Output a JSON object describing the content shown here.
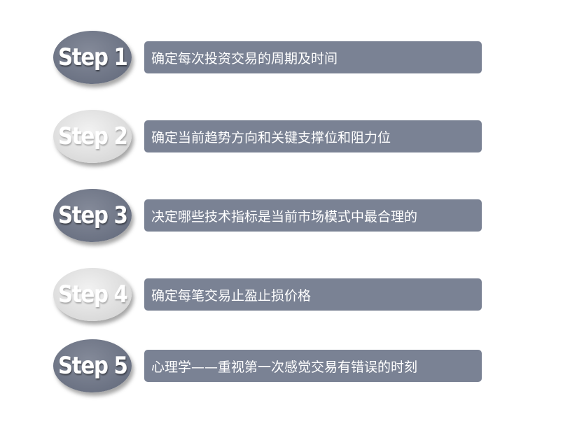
{
  "steps": [
    {
      "label": "Step 1",
      "text": "确定每次投资交易的周期及时间",
      "style": "dark"
    },
    {
      "label": "Step 2",
      "text": "确定当前趋势方向和关键支撑位和阻力位",
      "style": "light"
    },
    {
      "label": "Step 3",
      "text": "决定哪些技术指标是当前市场模式中最合理的",
      "style": "dark"
    },
    {
      "label": "Step 4",
      "text": "确定每笔交易止盈止损价格",
      "style": "light"
    },
    {
      "label": "Step 5",
      "text": "心理学——重视第一次感觉交易有错误的时刻",
      "style": "dark"
    }
  ],
  "colors": {
    "dark_badge": "#6b7283",
    "light_badge": "#dcdcdc",
    "bar": "#7a8294",
    "text": "#ffffff"
  }
}
